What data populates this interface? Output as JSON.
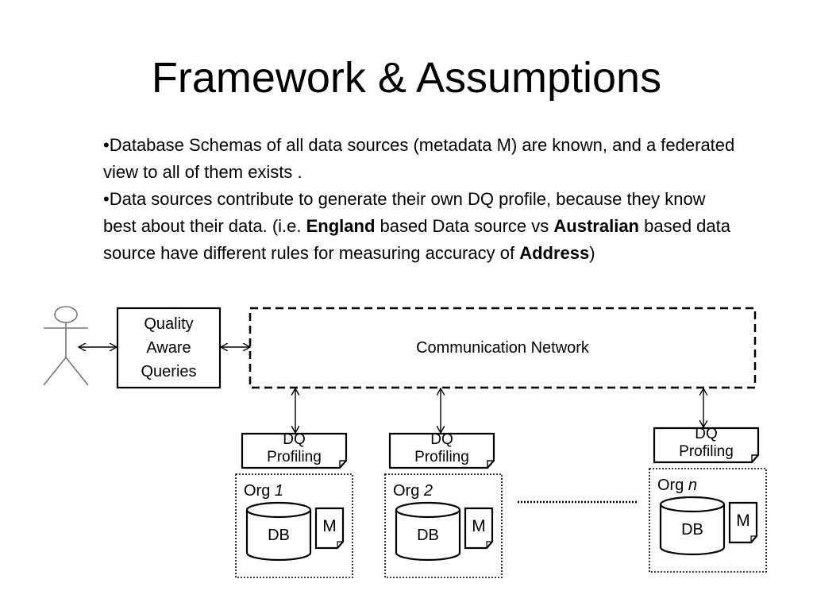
{
  "title": "Framework & Assumptions",
  "bullets": [
    {
      "marker": "•",
      "text": "Database Schemas of all data sources (metadata M) are known, and a federated view to all of them exists ."
    },
    {
      "marker": "•",
      "before": "Data sources contribute to generate their own DQ profile, because they know best about their data. (i.e. ",
      "bold1": "England",
      "mid1": " based Data source vs ",
      "bold2": "Australian",
      "mid2": " based data source have different rules for measuring accuracy of ",
      "bold3": "Address",
      "after": ")"
    }
  ],
  "diagram": {
    "query_box": {
      "line1": "Quality",
      "line2": "Aware",
      "line3": "Queries"
    },
    "network_label": "Communication Network",
    "dq_label": {
      "line1": "DQ",
      "line2": "Profiling"
    },
    "db_label": "DB",
    "metadata_label": "M",
    "org_prefix": "Org ",
    "orgs": [
      "1",
      "2",
      "n"
    ]
  }
}
